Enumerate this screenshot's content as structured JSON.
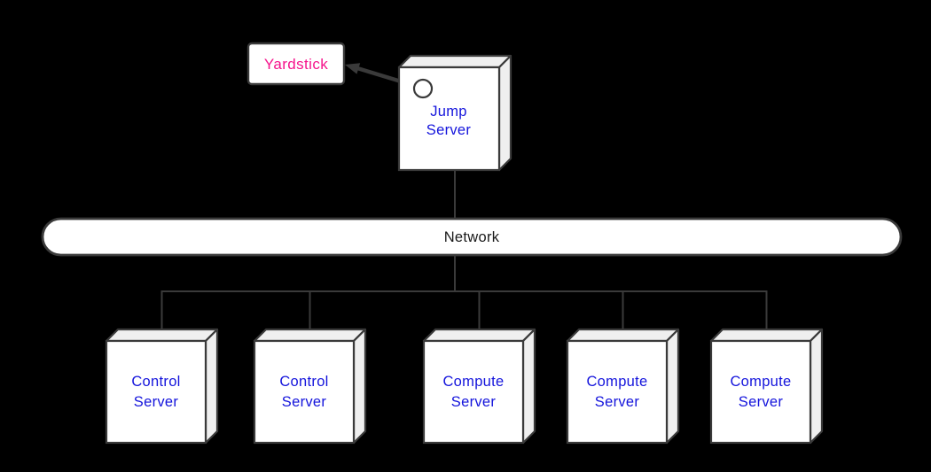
{
  "theme": {
    "bg": "#000000",
    "stroke": "#3a3a3a",
    "box-fill": "#ffffff",
    "box-side-fill": "#efefef",
    "label-blue": "#1414dc",
    "accent-pink": "#f5148c",
    "text-dark": "#1a1a1a"
  },
  "diagram": {
    "yardstick": {
      "label": "Yardstick"
    },
    "jump_server": {
      "line1": "Jump",
      "line2": "Server"
    },
    "network": {
      "label": "Network"
    },
    "servers": [
      {
        "line1": "Control",
        "line2": "Server"
      },
      {
        "line1": "Control",
        "line2": "Server"
      },
      {
        "line1": "Compute",
        "line2": "Server"
      },
      {
        "line1": "Compute",
        "line2": "Server"
      },
      {
        "line1": "Compute",
        "line2": "Server"
      }
    ]
  }
}
